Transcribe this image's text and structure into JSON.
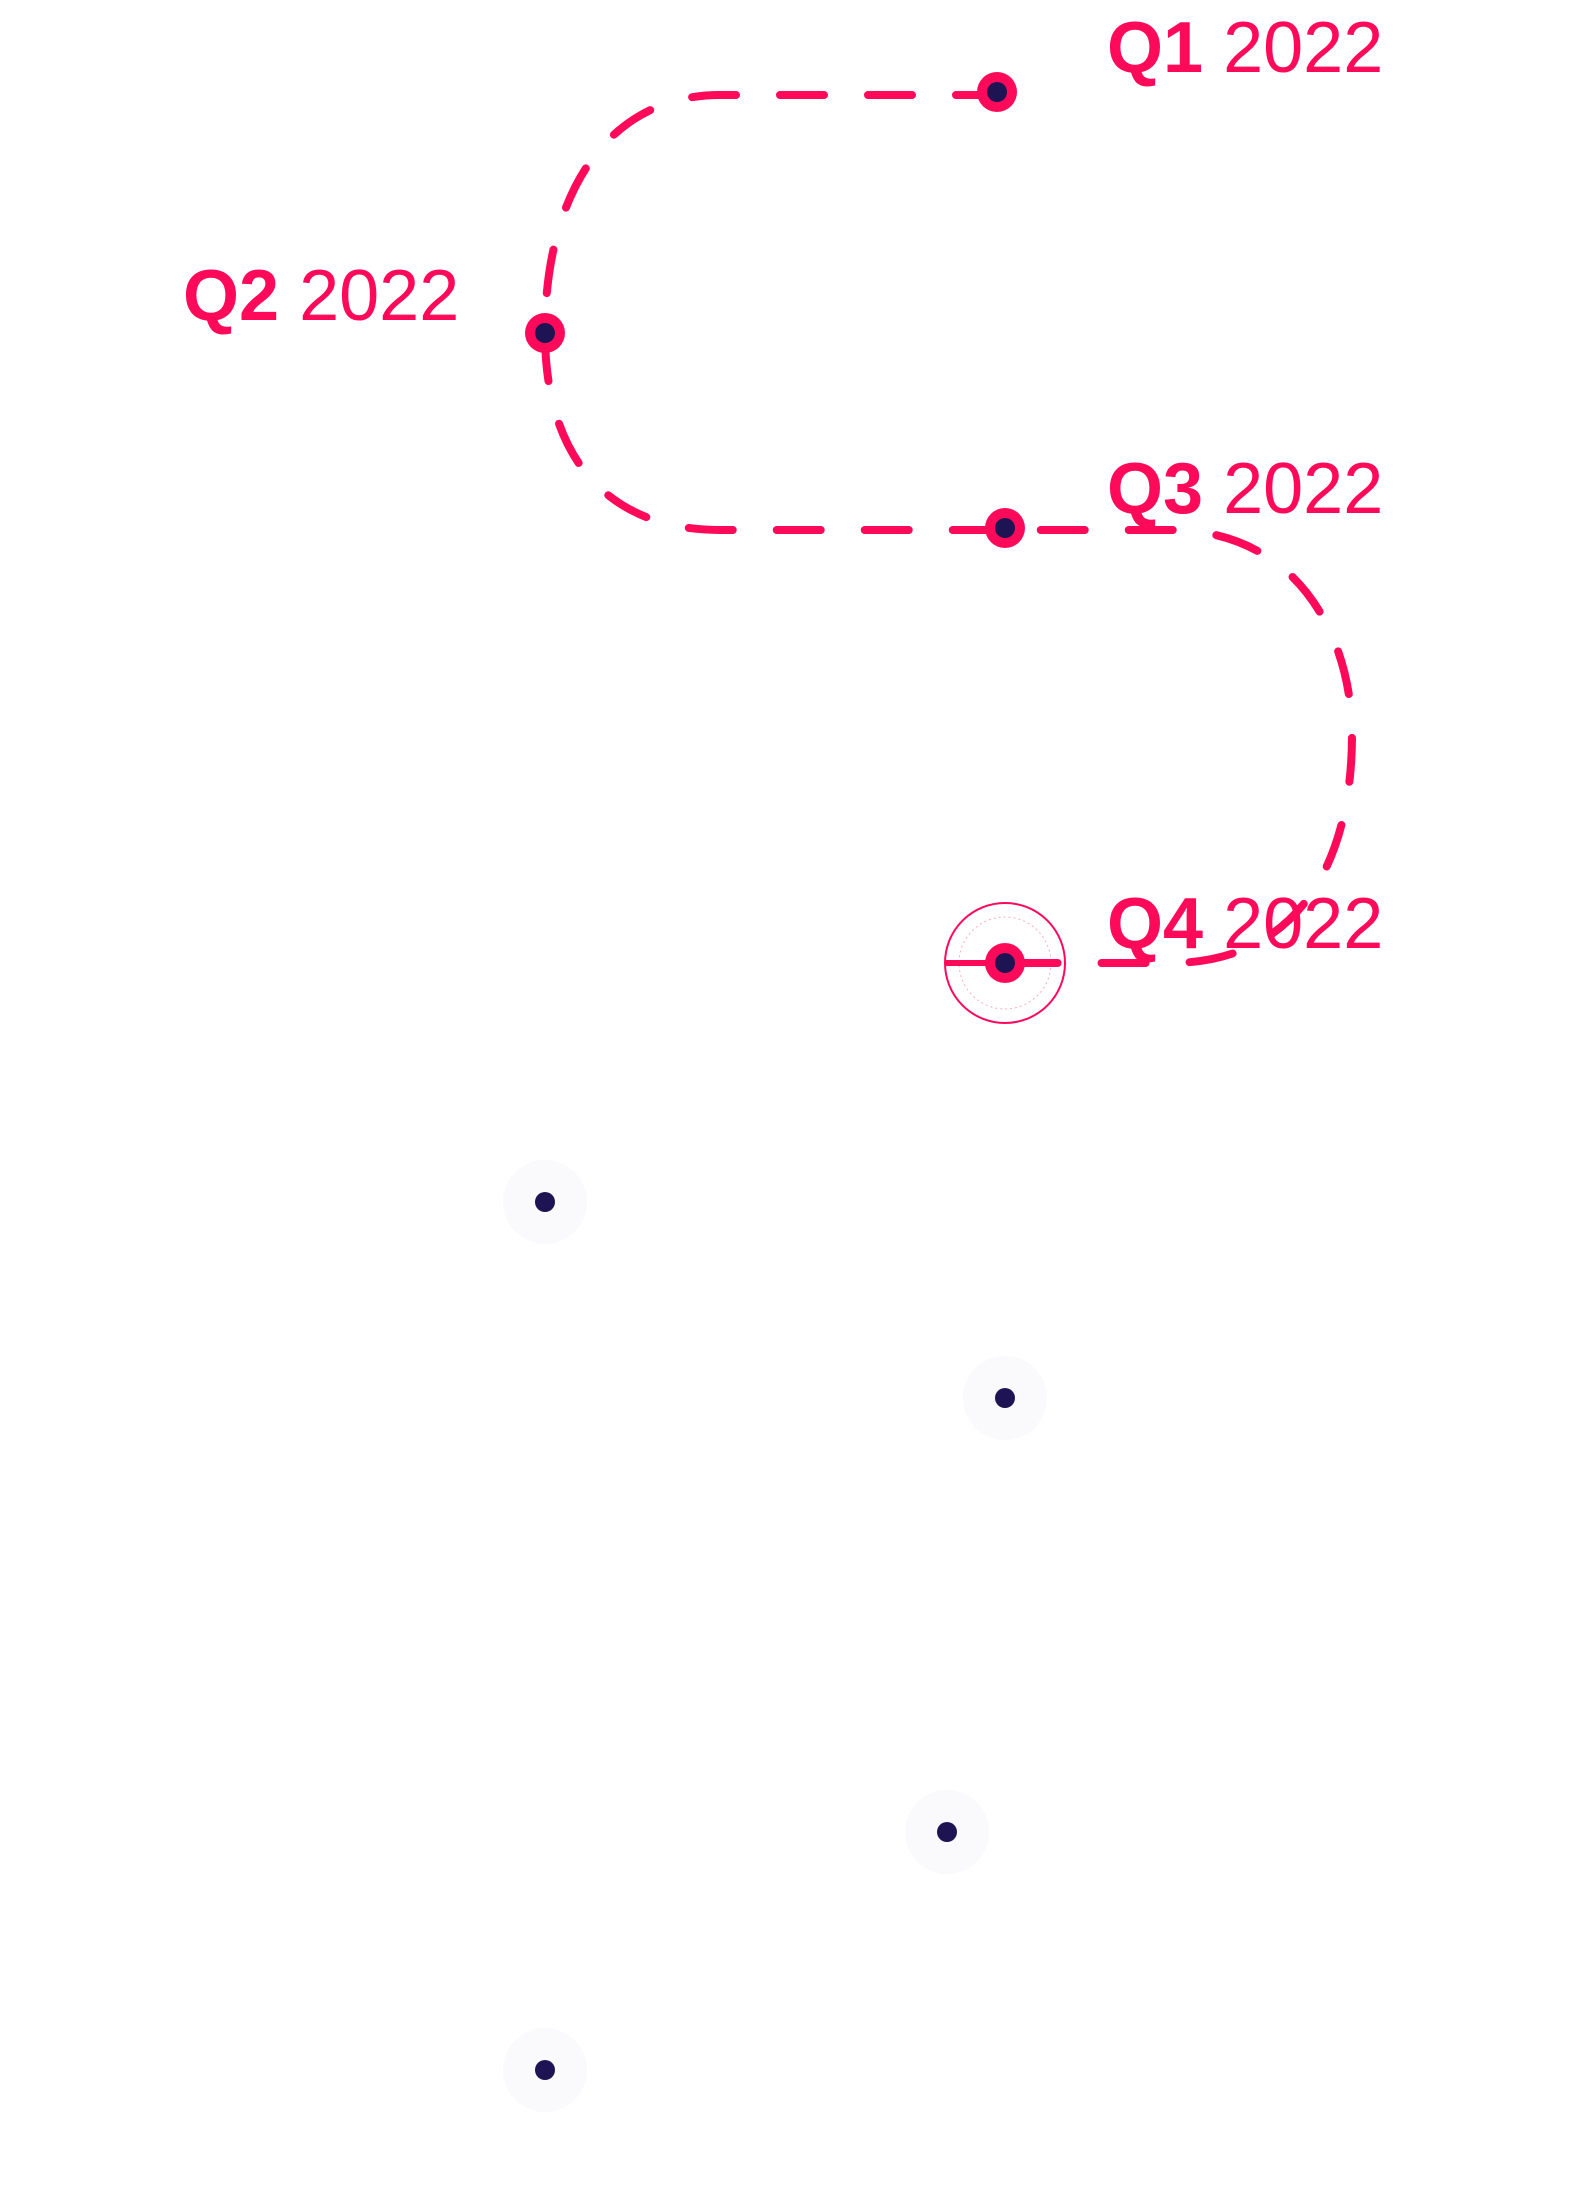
{
  "colors": {
    "accent": "#ff0a5a",
    "dot": "#1e1454",
    "halo": "#faf9fb",
    "background": "#ffffff"
  },
  "milestones": [
    {
      "quarter": "Q1",
      "year": "2022",
      "status": "completed"
    },
    {
      "quarter": "Q2",
      "year": "2022",
      "status": "completed"
    },
    {
      "quarter": "Q3",
      "year": "2022",
      "status": "completed"
    },
    {
      "quarter": "Q4",
      "year": "2022",
      "status": "current"
    }
  ],
  "future_points": 4
}
